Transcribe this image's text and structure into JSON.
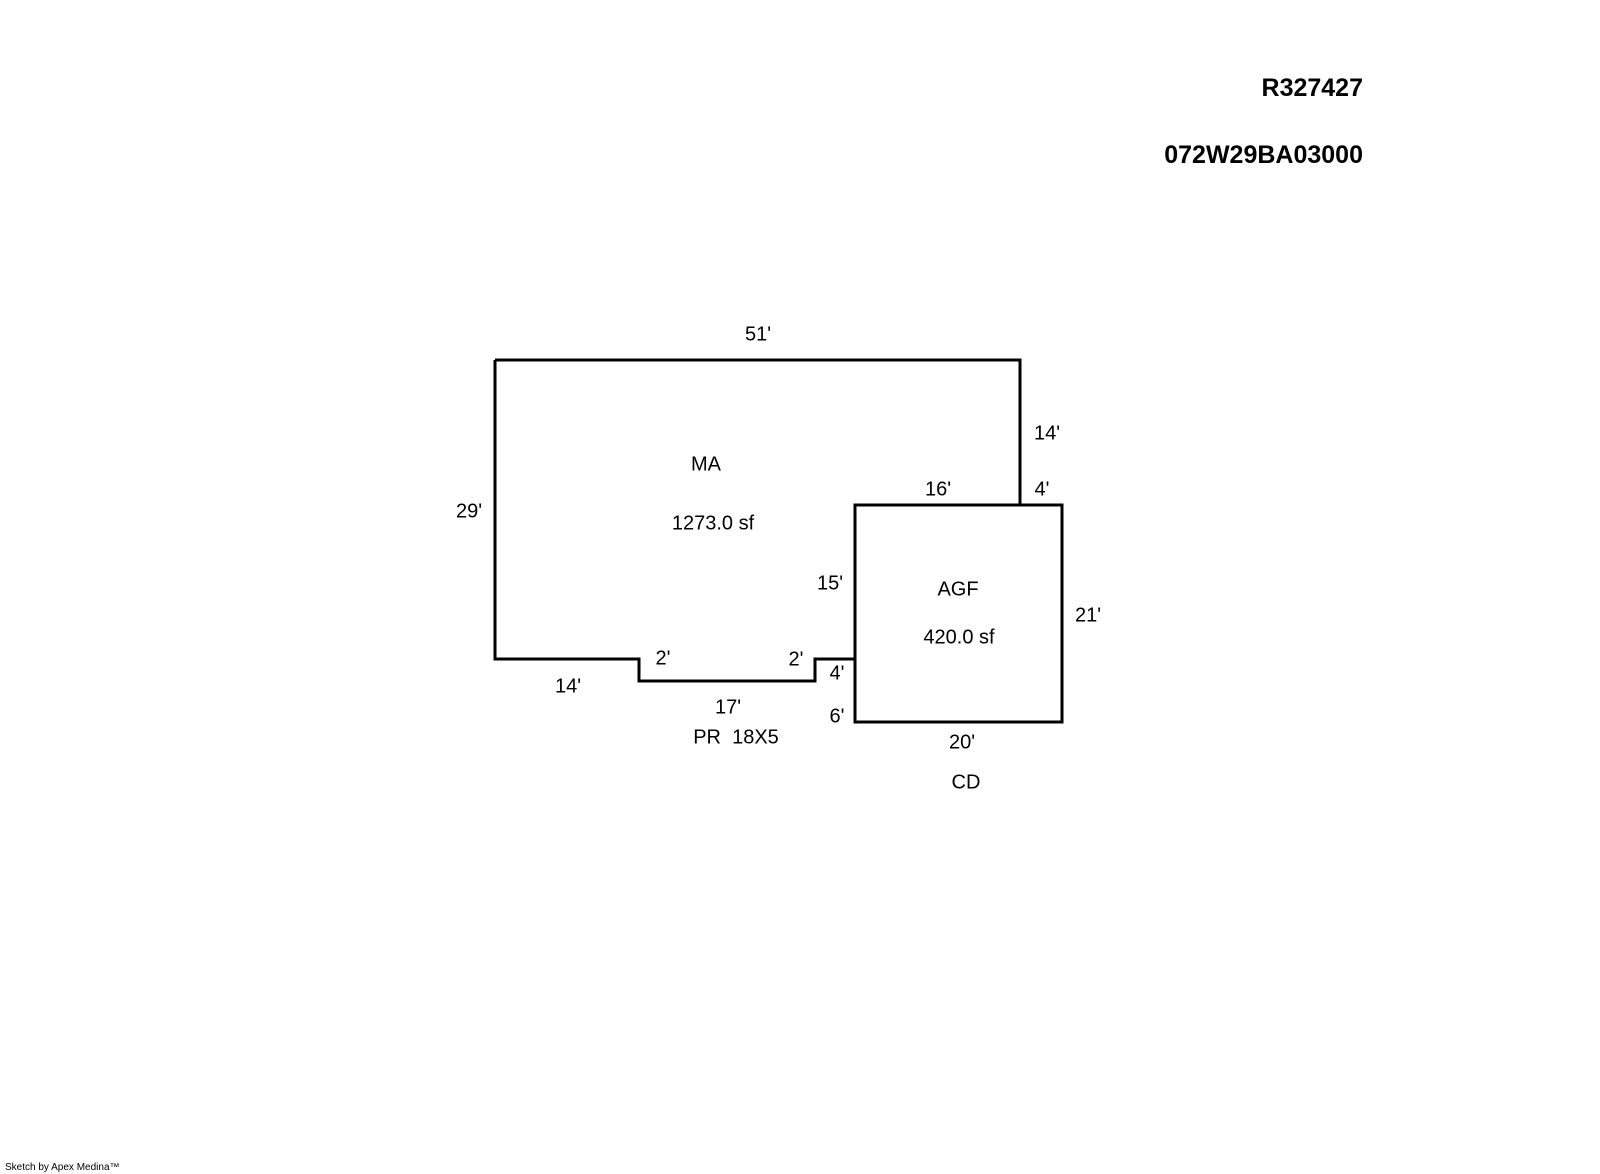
{
  "header": {
    "account_id": "R327427",
    "map_number": "072W29BA03000"
  },
  "areas": [
    {
      "code": "MA",
      "area": "1273.0 sf"
    },
    {
      "code": "AGF",
      "area": "420.0 sf"
    }
  ],
  "dimensions": {
    "ma_top": "51'",
    "ma_left": "29'",
    "ma_right_upper": "14'",
    "agf_top_left": "16'",
    "agf_top_right": "4'",
    "agf_left": "15'",
    "agf_right": "21'",
    "ma_bottom_left": "14'",
    "notch_left": "2'",
    "notch_right": "2'",
    "notch_bottom": "17'",
    "step": "4'",
    "agf_lower_left": "6'",
    "agf_bottom": "20'"
  },
  "annotations": {
    "porch": "PR  18X5",
    "deck": "CD"
  },
  "footer": "Sketch by Apex Medina™"
}
